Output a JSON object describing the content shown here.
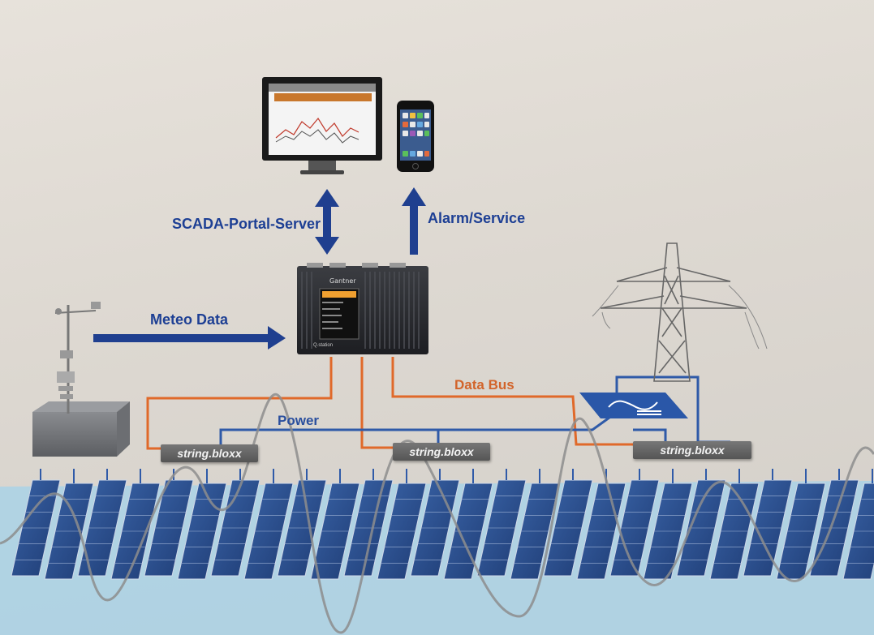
{
  "labels": {
    "scada": "SCADA-Portal-Server",
    "alarm": "Alarm/Service",
    "meteo": "Meteo Data",
    "databus": "Data Bus",
    "power": "Power"
  },
  "bloxx": [
    {
      "label": "string.bloxx"
    },
    {
      "label": "string.bloxx"
    },
    {
      "label": "string.bloxx"
    }
  ],
  "device": {
    "brand": "Gantner",
    "model": "Q.station"
  },
  "colors": {
    "blue_arrow": "#1f3f8f",
    "orange_bus": "#e0692a",
    "blue_power": "#2f5aa8",
    "panel_blue": "#2a4d8e",
    "floor": "#a9d2e6"
  },
  "icons": [
    "monitor-icon",
    "smartphone-icon",
    "controller-icon",
    "weather-station-icon",
    "power-tower-icon",
    "inverter-icon",
    "solar-panel-icon"
  ]
}
